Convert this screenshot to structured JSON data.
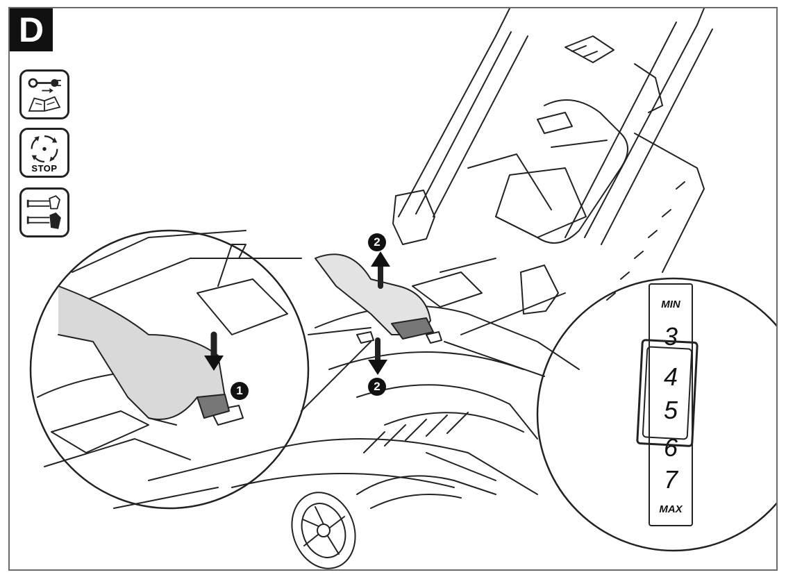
{
  "panel": {
    "letter": "D"
  },
  "pictograms": [
    {
      "icon": "unplug-read-manual-icon"
    },
    {
      "icon": "blade-rotation-stop-icon",
      "label": "STOP"
    },
    {
      "icon": "wear-gloves-icon"
    }
  ],
  "steps": [
    {
      "number": "1"
    },
    {
      "number": "2"
    },
    {
      "number": "2"
    }
  ],
  "height_scale": {
    "min_label": "MIN",
    "max_label": "MAX",
    "positions": [
      "3",
      "4",
      "5",
      "6",
      "7"
    ],
    "selected": [
      "4",
      "5"
    ]
  },
  "colors": {
    "line": "#222222",
    "badge": "#111111",
    "shade": "#777777"
  }
}
